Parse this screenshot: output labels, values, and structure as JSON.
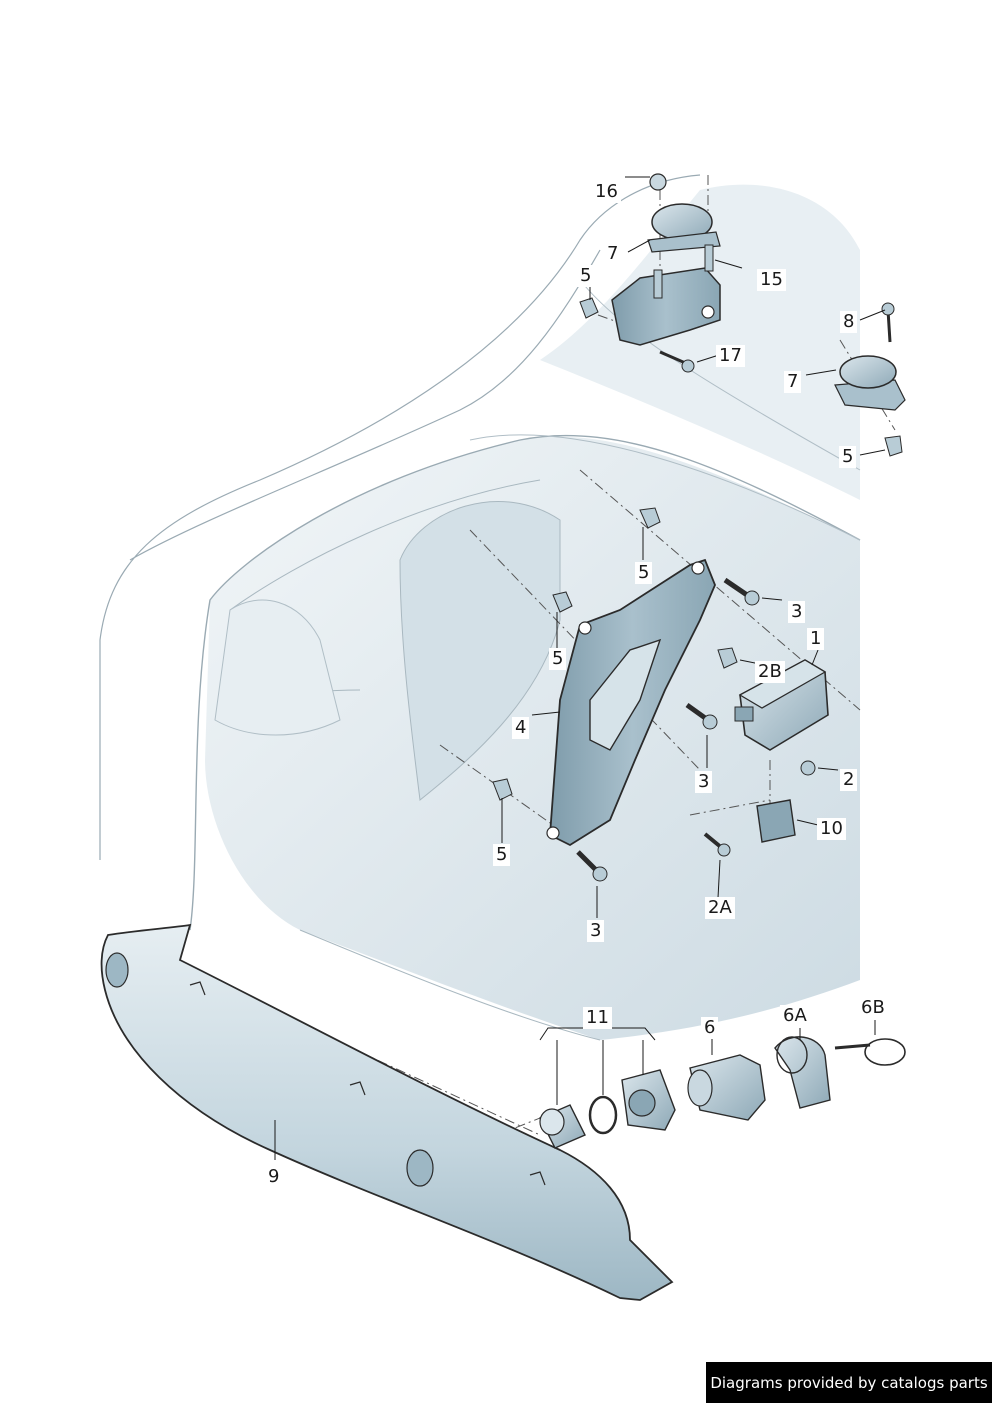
{
  "colors": {
    "shade_light": "#e3ebef",
    "shade_mid": "#c4d6df",
    "shade_dark": "#8faebd",
    "part_fill": "#b8ccd6",
    "part_dark": "#6f8d9c",
    "line": "#2b2b2b",
    "body_line": "#9aaab3"
  },
  "callouts": [
    {
      "id": "16",
      "label": "16"
    },
    {
      "id": "7a",
      "label": "7"
    },
    {
      "id": "5a",
      "label": "5"
    },
    {
      "id": "15",
      "label": "15"
    },
    {
      "id": "17",
      "label": "17"
    },
    {
      "id": "8",
      "label": "8"
    },
    {
      "id": "7b",
      "label": "7"
    },
    {
      "id": "5b",
      "label": "5"
    },
    {
      "id": "5c",
      "label": "5"
    },
    {
      "id": "3a",
      "label": "3"
    },
    {
      "id": "1",
      "label": "1"
    },
    {
      "id": "2B",
      "label": "2B"
    },
    {
      "id": "5d",
      "label": "5"
    },
    {
      "id": "4",
      "label": "4"
    },
    {
      "id": "3b",
      "label": "3"
    },
    {
      "id": "2",
      "label": "2"
    },
    {
      "id": "10",
      "label": "10"
    },
    {
      "id": "5e",
      "label": "5"
    },
    {
      "id": "3c",
      "label": "3"
    },
    {
      "id": "2A",
      "label": "2A"
    },
    {
      "id": "11",
      "label": "11"
    },
    {
      "id": "6",
      "label": "6"
    },
    {
      "id": "6A",
      "label": "6A"
    },
    {
      "id": "6B",
      "label": "6B"
    },
    {
      "id": "9",
      "label": "9"
    }
  ],
  "footer": {
    "text": "Diagrams provided by catalogs parts"
  }
}
